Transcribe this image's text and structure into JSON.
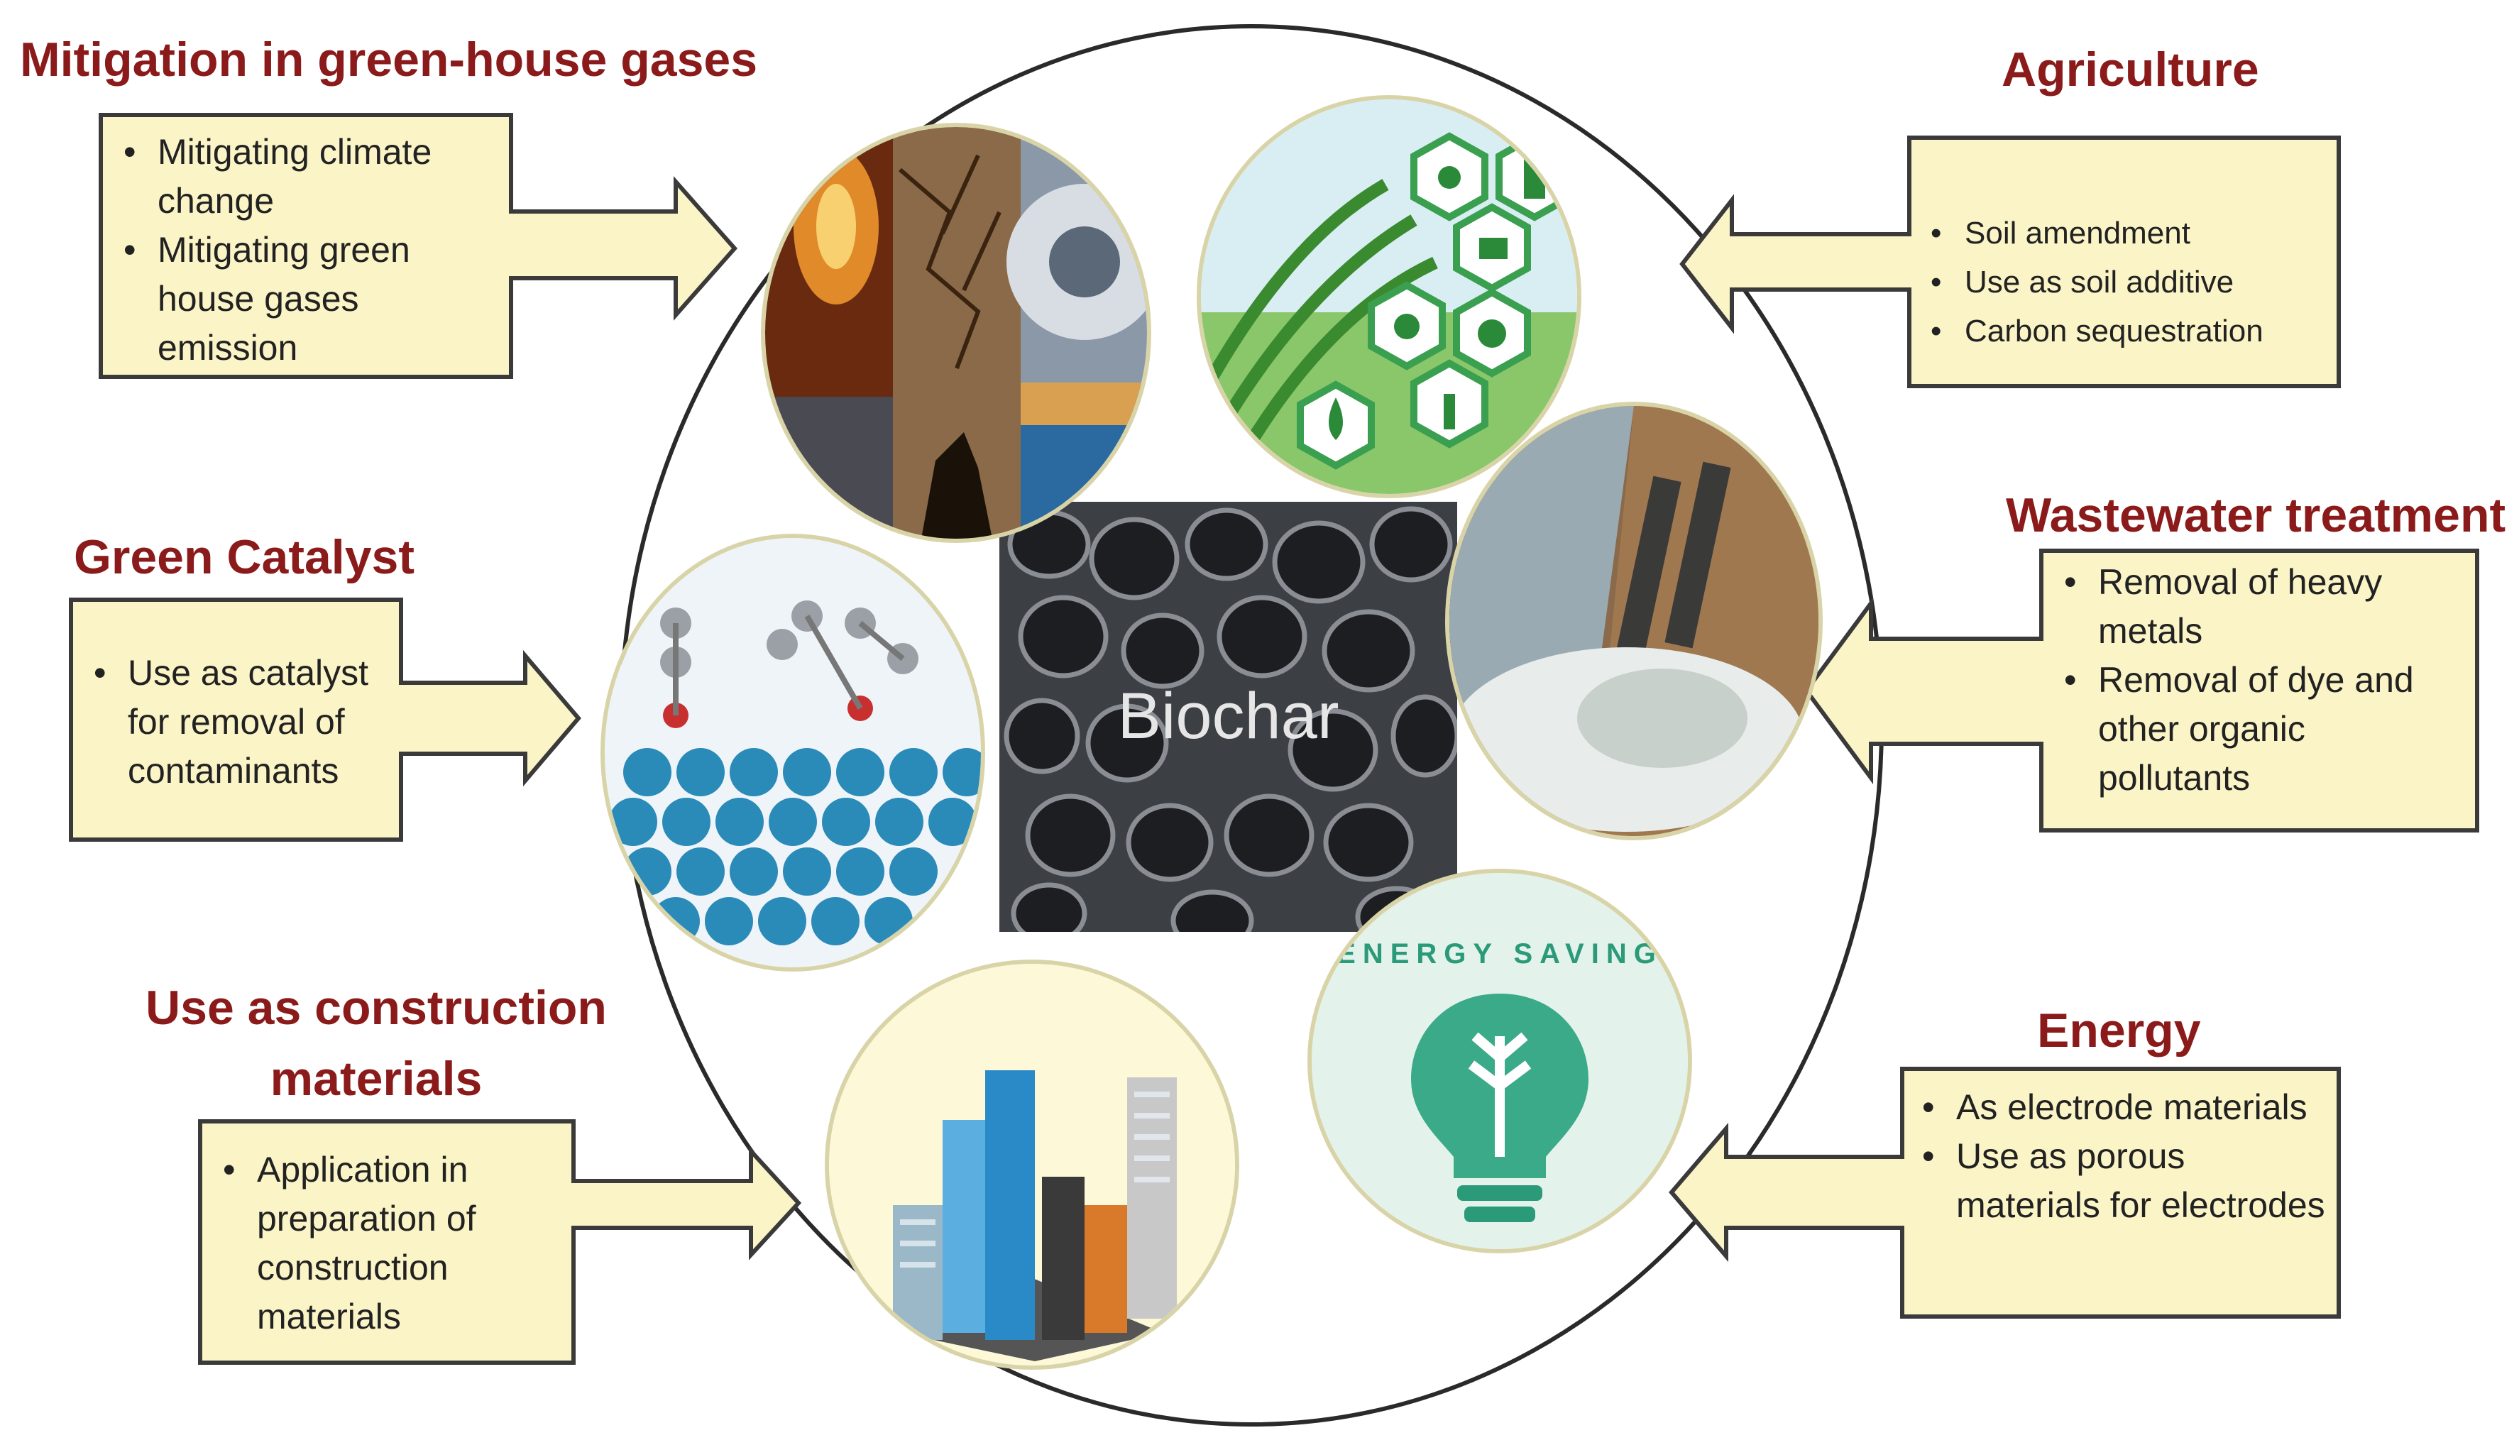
{
  "center": {
    "label": "Biochar"
  },
  "panels": [
    {
      "id": "ghg",
      "title": "Mitigation in green-house gases",
      "items": [
        "Mitigating climate change",
        "Mitigating green house gases emission"
      ]
    },
    {
      "id": "agriculture",
      "title": "Agriculture",
      "items": [
        "Soil amendment",
        "Use as soil additive",
        "Carbon sequestration"
      ]
    },
    {
      "id": "catalyst",
      "title": "Green Catalyst",
      "items": [
        "Use as catalyst for removal of contaminants"
      ]
    },
    {
      "id": "wastewater",
      "title": "Wastewater treatment",
      "items": [
        "Removal of heavy metals",
        "Removal of dye and other organic pollutants"
      ]
    },
    {
      "id": "construction",
      "title": "Use as construction materials",
      "items": [
        "Application in preparation of construction materials"
      ]
    },
    {
      "id": "energy",
      "title": "Energy",
      "items": [
        "As electrode materials",
        "Use as porous materials for electrodes"
      ]
    }
  ],
  "badges": {
    "energy_saving": "ENERGY SAVING"
  },
  "colors": {
    "title": "#8b1a1a",
    "box_fill": "#fbf4c6",
    "box_stroke": "#3a3a3a",
    "ring": "#2a2a2a"
  }
}
